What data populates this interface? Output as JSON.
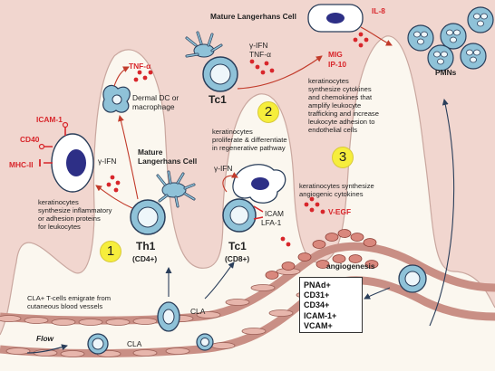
{
  "labels": {
    "mature_lc_top": "Mature Langerhans Cell",
    "gamma_ifn_tnf": [
      "γ-IFN",
      "TNF-α"
    ],
    "tc1_top": "Tc1",
    "il8": "IL-8",
    "mig": "MIG",
    "ip10": "IP-10",
    "pmns": "PMNs",
    "tnf_alpha": "TNF-α",
    "dermal_dc": [
      "Dermal DC or",
      "macrophage"
    ],
    "icam1": "ICAM-1",
    "cd40": "CD40",
    "mhc2": "MHC-II",
    "gamma_ifn_left": "γ-IFN",
    "mature_lc_mid": [
      "Mature",
      "Langerhans Cell"
    ],
    "keratinocytes_inflam": [
      "keratinocytes",
      "synthesize inflammatory",
      "or adhesion proteins",
      "for leukocytes"
    ],
    "th1": "Th1",
    "cd4": "(CD4+)",
    "keratinocytes_prolif": [
      "keratinocytes",
      "proliferate & differentiate",
      "in regenerative pathway"
    ],
    "gamma_ifn_mid": "γ-IFN",
    "icam": "ICAM",
    "lfa1": "LFA-1",
    "tc1_mid": "Tc1",
    "cd8": "(CD8+)",
    "keratinocytes_cytokines": [
      "keratinocytes",
      "synthesize cytokines",
      "and chemokines that",
      "amplify leukocyte",
      "trafficking and increase",
      "leukocyte adhesion to",
      "endothelial cells"
    ],
    "keratinocytes_angio": [
      "keratinocytes synthesize",
      "angiogenic cytokines"
    ],
    "vegf": "V-EGF",
    "angiogenesis": "angiogenesis",
    "cla_emigrate": [
      "CLA+ T-cells emigrate from",
      "cutaneous blood vessels"
    ],
    "cla_mid": "CLA",
    "cla_bottom": "CLA",
    "flow": "Flow"
  },
  "steps": [
    "1",
    "2",
    "3"
  ],
  "markers": [
    "PNAd+",
    "CD31+",
    "CD34+",
    "ICAM-1+",
    "VCAM+"
  ],
  "colors": {
    "accent_red": "#d8262b",
    "cell_blue": "#8fc2d8",
    "nucleus": "#2d2f86",
    "tissue": "#f1d6cf",
    "vessel": "#e7b6ac",
    "step_yellow": "#f6ee3c"
  }
}
